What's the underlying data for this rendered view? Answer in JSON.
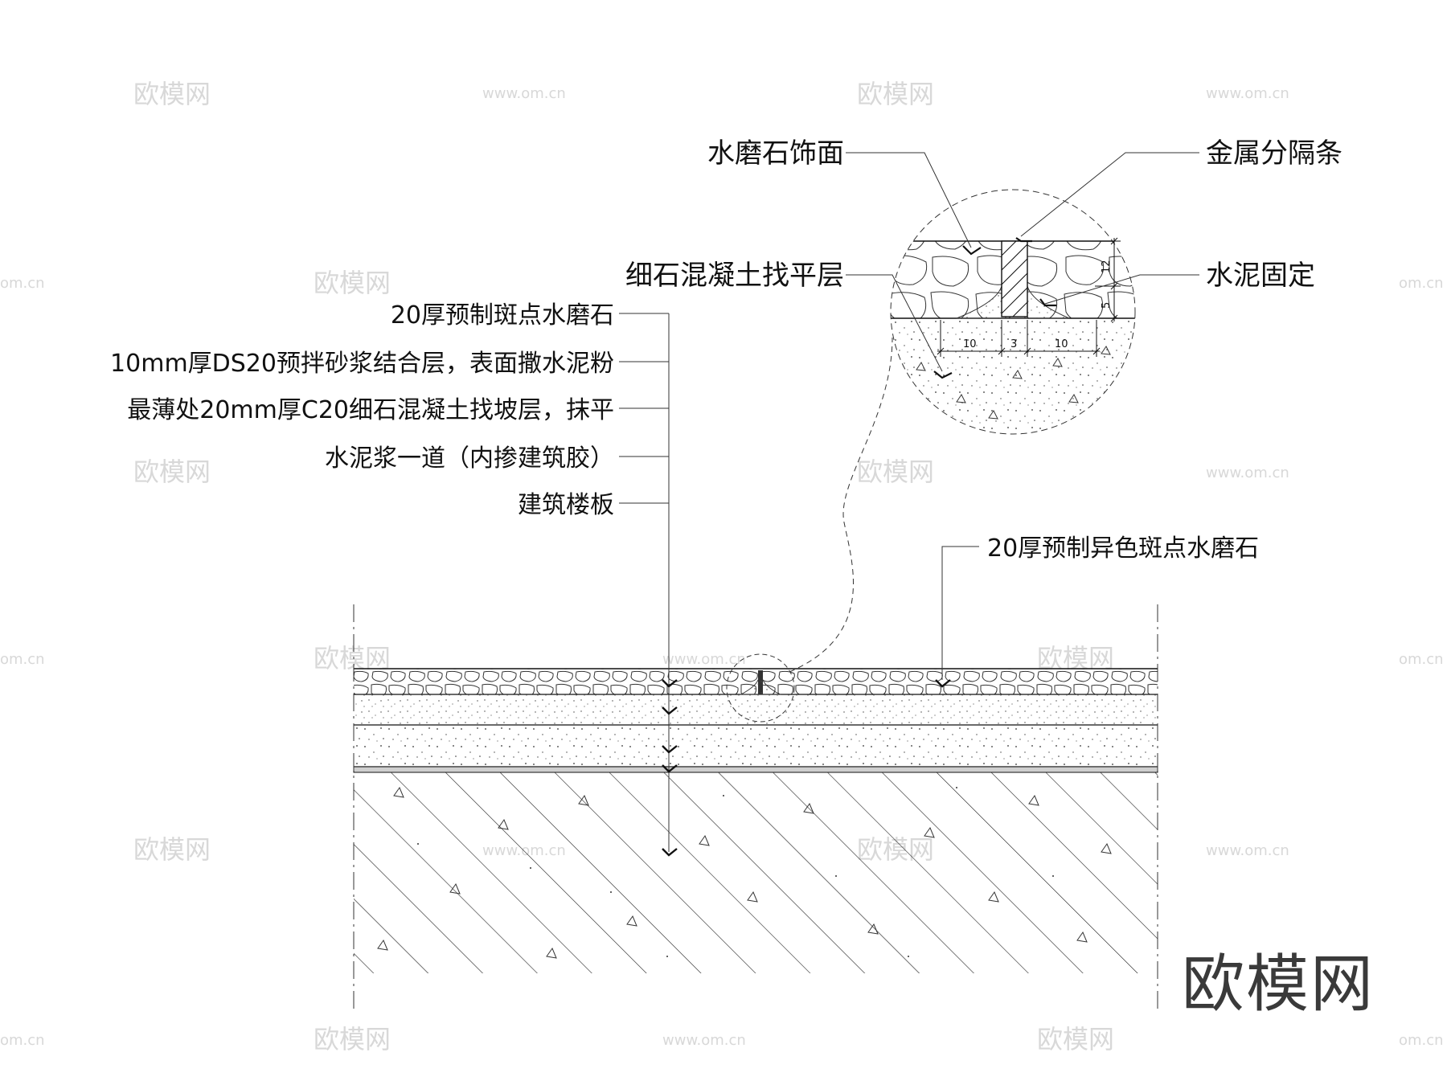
{
  "labels": {
    "terrazzo_facing": "水磨石饰面",
    "metal_strip": "金属分隔条",
    "leveling_layer": "细石混凝土找平层",
    "cement_fix": "水泥固定",
    "layer1": "20厚预制斑点水磨石",
    "layer2": "10mm厚DS20预拌砂浆结合层，表面撒水泥粉",
    "layer3": "最薄处20mm厚C20细石混凝土找坡层，抹平",
    "layer4": "水泥浆一道（内掺建筑胶）",
    "layer5": "建筑楼板",
    "alt_terrazzo": "20厚预制异色斑点水磨石"
  },
  "dimensions": {
    "left_width": "10",
    "strip_width": "3",
    "right_width": "10",
    "height_total": "12",
    "height_base": "5"
  },
  "watermark": {
    "brand": "欧模网",
    "url": "www.om.cn",
    "url_short": "om.cn"
  }
}
